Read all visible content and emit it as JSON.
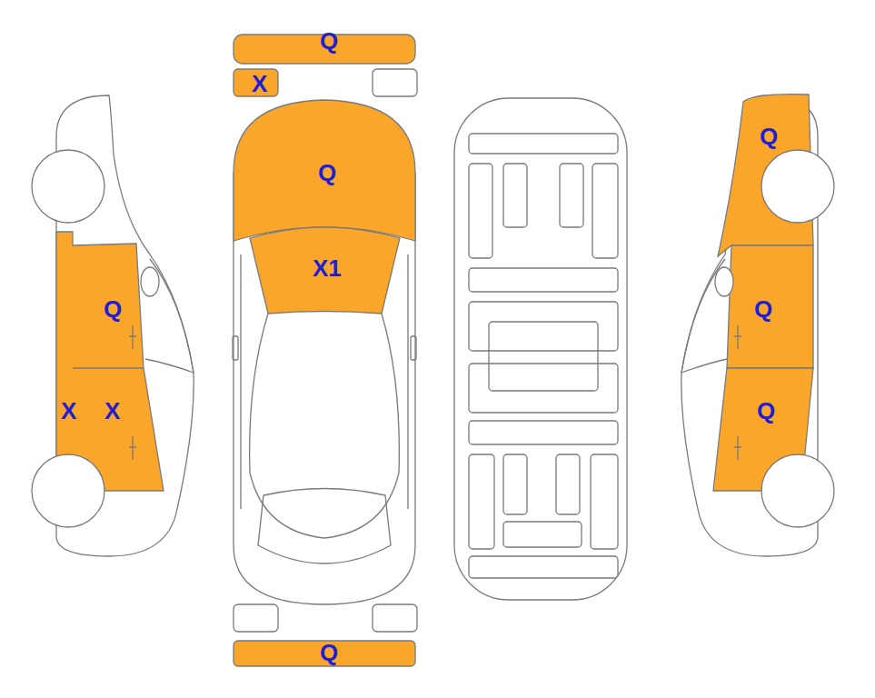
{
  "diagram": {
    "labels": [
      "Q",
      "X",
      "Q",
      "X1",
      "Q",
      "X",
      "X",
      "Q",
      "Q",
      "Q",
      "Q"
    ]
  }
}
